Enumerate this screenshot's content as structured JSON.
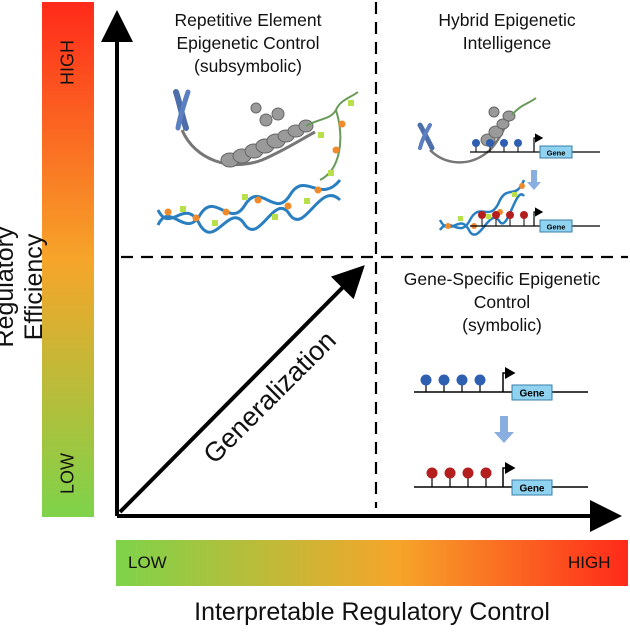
{
  "axes": {
    "y_title": "Regulatory Efficiency",
    "x_title": "Interpretable Regulatory Control",
    "y_high": "HIGH",
    "y_low": "LOW",
    "x_low": "LOW",
    "x_high": "HIGH"
  },
  "quadrants": {
    "top_left": {
      "line1": "Repetitive Element",
      "line2": "Epigenetic Control",
      "line3": "(subsymbolic)"
    },
    "top_right": {
      "line1": "Hybrid Epigenetic",
      "line2": "Intelligence"
    },
    "bottom_right": {
      "line1": "Gene-Specific Epigenetic",
      "line2": "Control",
      "line3": "(symbolic)"
    }
  },
  "arrow_label": "Generalization",
  "gene_label": "Gene",
  "colors": {
    "high": "#ff2a1a",
    "mid": "#f6a52a",
    "low": "#7ed34a",
    "blue_mark": "#2f5fb0",
    "red_mark": "#b41e1e",
    "gene_box": "#8fd3f0",
    "arrow_down": "#8aaee0"
  }
}
